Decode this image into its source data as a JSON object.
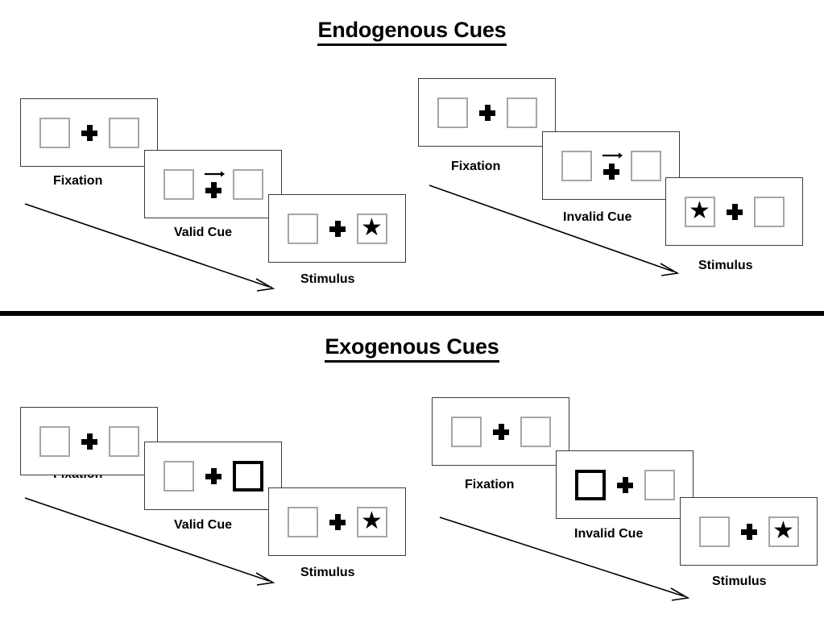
{
  "figure": {
    "sections": [
      {
        "id": "endogenous",
        "title": "Endogenous Cues",
        "columns": [
          {
            "id": "endogenous-valid",
            "frames": [
              {
                "caption": "Fixation",
                "cue_type": "none",
                "target_side": "none"
              },
              {
                "caption": "Valid Cue",
                "cue_type": "arrow",
                "arrow_direction": "right",
                "target_side": "none"
              },
              {
                "caption": "Stimulus",
                "cue_type": "none",
                "target_side": "right",
                "target_glyph": "★"
              }
            ]
          },
          {
            "id": "endogenous-invalid",
            "frames": [
              {
                "caption": "Fixation",
                "cue_type": "none",
                "target_side": "none"
              },
              {
                "caption": "Invalid Cue",
                "cue_type": "arrow",
                "arrow_direction": "right",
                "target_side": "none"
              },
              {
                "caption": "Stimulus",
                "cue_type": "none",
                "target_side": "left",
                "target_glyph": "★"
              }
            ]
          }
        ]
      },
      {
        "id": "exogenous",
        "title": "Exogenous Cues",
        "columns": [
          {
            "id": "exogenous-valid",
            "frames": [
              {
                "caption": "Fixation",
                "cue_type": "none",
                "target_side": "none"
              },
              {
                "caption": "Valid Cue",
                "cue_type": "box-flash",
                "cue_side": "right",
                "target_side": "none"
              },
              {
                "caption": "Stimulus",
                "cue_type": "none",
                "target_side": "right",
                "target_glyph": "★"
              }
            ]
          },
          {
            "id": "exogenous-invalid",
            "frames": [
              {
                "caption": "Fixation",
                "cue_type": "none",
                "target_side": "none"
              },
              {
                "caption": "Invalid Cue",
                "cue_type": "box-flash",
                "cue_side": "left",
                "target_side": "none"
              },
              {
                "caption": "Stimulus",
                "cue_type": "none",
                "target_side": "right",
                "target_glyph": "★"
              }
            ]
          }
        ]
      }
    ],
    "time_arrows": [
      {
        "id": "endogenous-valid-time-arrow"
      },
      {
        "id": "endogenous-invalid-time-arrow"
      },
      {
        "id": "exogenous-valid-time-arrow"
      },
      {
        "id": "exogenous-invalid-time-arrow"
      }
    ],
    "colors": {
      "background": "#ffffff",
      "panel_border": "#3b3b3b",
      "placeholder_box_border": "#a6a6a6",
      "cue_box_border": "#000000",
      "ink": "#000000",
      "divider": "#000000"
    },
    "glyphs": {
      "fixation_cross": "plus",
      "target": "★",
      "endogenous_cue": "right-arrow"
    }
  }
}
